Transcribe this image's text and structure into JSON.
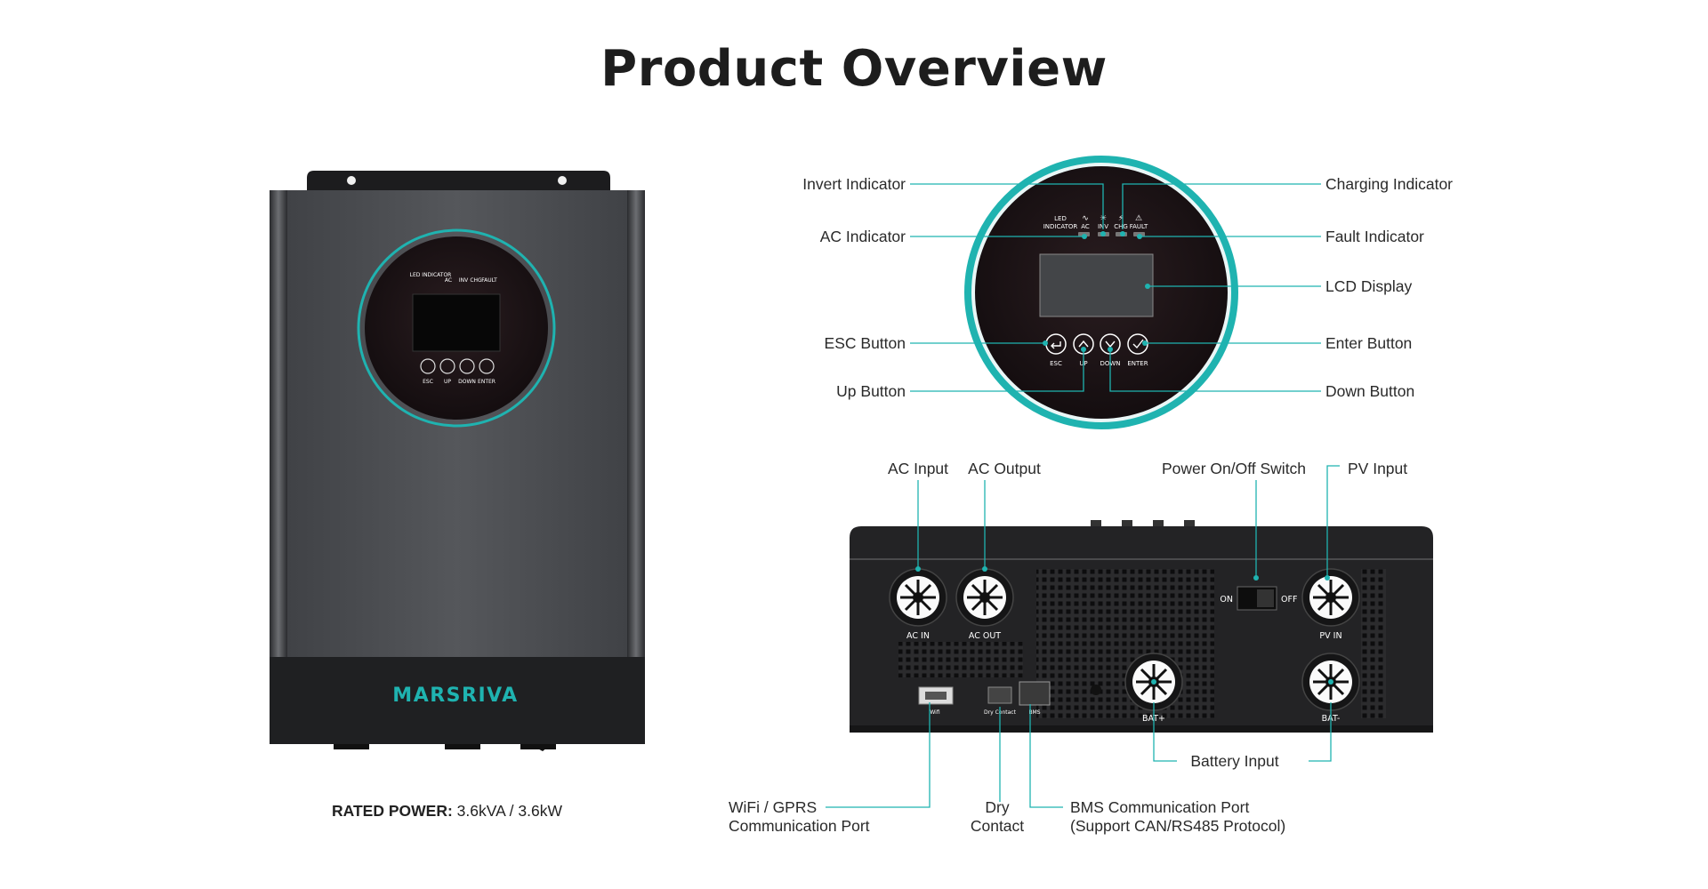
{
  "title": "Product Overview",
  "brand": "MARSRIVA",
  "rated_power": {
    "label": "RATED POWER:",
    "value": "3.6kVA / 3.6kW"
  },
  "panel_markings": {
    "led_indicator": "LED INDICATOR",
    "ac": "AC",
    "inv": "INV",
    "chg": "CHG",
    "fault": "FAULT",
    "esc": "ESC",
    "up": "UP",
    "down": "DOWN",
    "enter": "ENTER"
  },
  "rear_markings": {
    "ac_in": "AC IN",
    "ac_out": "AC OUT",
    "pv_in": "PV IN",
    "bat_pos": "BAT+",
    "bat_neg": "BAT-",
    "on": "ON",
    "off": "OFF",
    "wifi": "Wifi",
    "dry_contact": "Dry Contact",
    "bms": "BMS"
  },
  "callouts": {
    "invert_indicator": "Invert Indicator",
    "ac_indicator": "AC Indicator",
    "esc_button": "ESC Button",
    "up_button": "Up Button",
    "charging_indicator": "Charging Indicator",
    "fault_indicator": "Fault Indicator",
    "lcd_display": "LCD Display",
    "enter_button": "Enter Button",
    "down_button": "Down Button",
    "ac_input": "AC Input",
    "ac_output": "AC Output",
    "power_switch": "Power On/Off Switch",
    "pv_input": "PV Input",
    "battery_input": "Battery Input",
    "wifi_line1": "WiFi / GPRS",
    "wifi_line2": "Communication Port",
    "dry_line1": "Dry",
    "dry_line2": "Contact",
    "bms_line1": "BMS Communication Port",
    "bms_line2": "(Support CAN/RS485 Protocol)"
  },
  "colors": {
    "accent": "#1fb3b0",
    "body_dark": "#4b4d51",
    "body_black": "#1e1f21",
    "panel": "#1c1416",
    "heading": "#1d1d1d"
  }
}
